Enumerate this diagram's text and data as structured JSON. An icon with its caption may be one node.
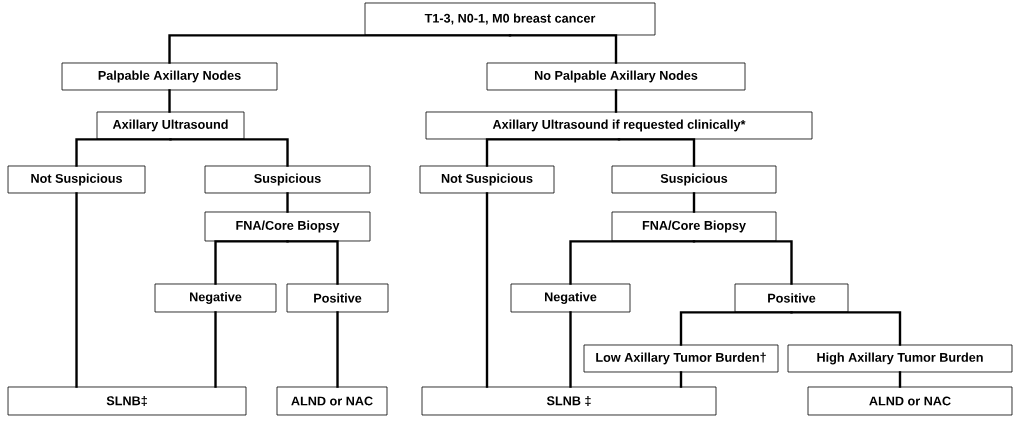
{
  "diagram": {
    "nodes": [
      {
        "text": [
          "T1-3, N0-1, M0 breast cancer"
        ]
      },
      {
        "text": [
          "Palpable Axillary Nodes"
        ]
      },
      {
        "text": [
          "No Palpable Axillary Nodes"
        ]
      },
      {
        "text": [
          "Axillary Ultrasound"
        ]
      },
      {
        "text": [
          "Axillary Ultrasound if requested clinically*"
        ]
      },
      {
        "text": [
          "Not Suspicious"
        ]
      },
      {
        "text": [
          "Suspicious"
        ]
      },
      {
        "text": [
          "Not Suspicious"
        ]
      },
      {
        "text": [
          "Suspicious"
        ]
      },
      {
        "text": [
          "FNA/Core Biopsy"
        ]
      },
      {
        "text": [
          "FNA/Core Biopsy"
        ]
      },
      {
        "text": [
          "Negative"
        ]
      },
      {
        "text": [
          "Positive"
        ]
      },
      {
        "text": [
          "Negative"
        ]
      },
      {
        "text": [
          "Positive"
        ]
      },
      {
        "text": [
          "Low Axillary Tumor Burden†"
        ]
      },
      {
        "text": [
          "High Axillary Tumor Burden"
        ]
      },
      {
        "text": [
          "SLNB‡"
        ]
      },
      {
        "text": [
          "ALND or NAC"
        ]
      },
      {
        "text": [
          "SLNB ‡"
        ]
      },
      {
        "text": [
          "ALND or NAC"
        ]
      }
    ],
    "edges": [
      {
        "from": 0,
        "to": 1,
        "arrow": "none"
      },
      {
        "from": 0,
        "to": 2,
        "arrow": "none"
      },
      {
        "from": 1,
        "to": 3,
        "arrow": "none"
      },
      {
        "from": 2,
        "to": 4,
        "arrow": "none"
      },
      {
        "from": 3,
        "to": 5,
        "arrow": "none"
      },
      {
        "from": 3,
        "to": 6,
        "arrow": "none"
      },
      {
        "from": 4,
        "to": 7,
        "arrow": "none"
      },
      {
        "from": 4,
        "to": 8,
        "arrow": "none"
      },
      {
        "from": 6,
        "to": 9,
        "arrow": "none"
      },
      {
        "from": 8,
        "to": 10,
        "arrow": "none"
      },
      {
        "from": 9,
        "to": 11,
        "arrow": "none"
      },
      {
        "from": 9,
        "to": 12,
        "arrow": "none"
      },
      {
        "from": 10,
        "to": 13,
        "arrow": "none"
      },
      {
        "from": 10,
        "to": 14,
        "arrow": "none"
      },
      {
        "from": 14,
        "to": 15,
        "arrow": "none"
      },
      {
        "from": 14,
        "to": 16,
        "arrow": "none"
      },
      {
        "from": 5,
        "to": 17,
        "arrow": "none"
      },
      {
        "from": 11,
        "to": 17,
        "arrow": "none"
      },
      {
        "from": 12,
        "to": 18,
        "arrow": "none"
      },
      {
        "from": 7,
        "to": 19,
        "arrow": "none"
      },
      {
        "from": 13,
        "to": 19,
        "arrow": "none"
      },
      {
        "from": 15,
        "to": 19,
        "arrow": "none"
      },
      {
        "from": 16,
        "to": 20,
        "arrow": "none"
      }
    ]
  }
}
